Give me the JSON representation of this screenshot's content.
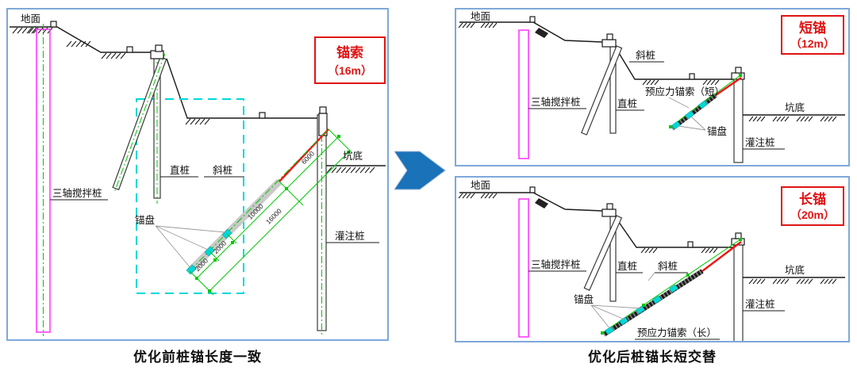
{
  "colors": {
    "panel_border": "#7fa8d9",
    "accent_red": "#e01414",
    "magenta_pile": "#ff3dff",
    "cad_green": "#00c800",
    "cad_cyan": "#00d8d8",
    "band_gray": "#c9c9c9",
    "arrow_blue": "#1a72b8"
  },
  "left_panel": {
    "badge_line1": "锚索",
    "badge_line2": "（16m）",
    "labels": {
      "ground": "地面",
      "mixing_pile": "三轴搅拌桩",
      "vertical_pile": "直桩",
      "inclined_pile": "斜桩",
      "anchor_plate": "锚盘",
      "pit_bottom": "坑底",
      "cast_pile": "灌注桩"
    },
    "dimensions": {
      "bond_segment_1": "2000",
      "bond_segment_2": "2000",
      "bond_remainder": "10000",
      "free_length": "6000",
      "total_length": "16000"
    },
    "caption": "优化前桩锚长度一致"
  },
  "right_top_panel": {
    "badge_line1": "短锚",
    "badge_line2": "（12m）",
    "labels": {
      "ground": "地面",
      "inclined_pile": "斜桩",
      "mixing_pile": "三轴搅拌桩",
      "vertical_pile": "直桩",
      "anchor_cable": "预应力锚索（短）",
      "anchor_plate": "锚盘",
      "pit_bottom": "坑底",
      "cast_pile": "灌注桩"
    }
  },
  "right_bottom_panel": {
    "badge_line1": "长锚",
    "badge_line2": "（20m）",
    "labels": {
      "ground": "地面",
      "mixing_pile": "三轴搅拌桩",
      "vertical_pile": "直桩",
      "inclined_pile": "斜桩",
      "anchor_plate": "锚盘",
      "anchor_cable": "预应力锚索（长）",
      "pit_bottom": "坑底",
      "cast_pile": "灌注桩"
    },
    "caption": "优化后桩锚长短交替"
  }
}
